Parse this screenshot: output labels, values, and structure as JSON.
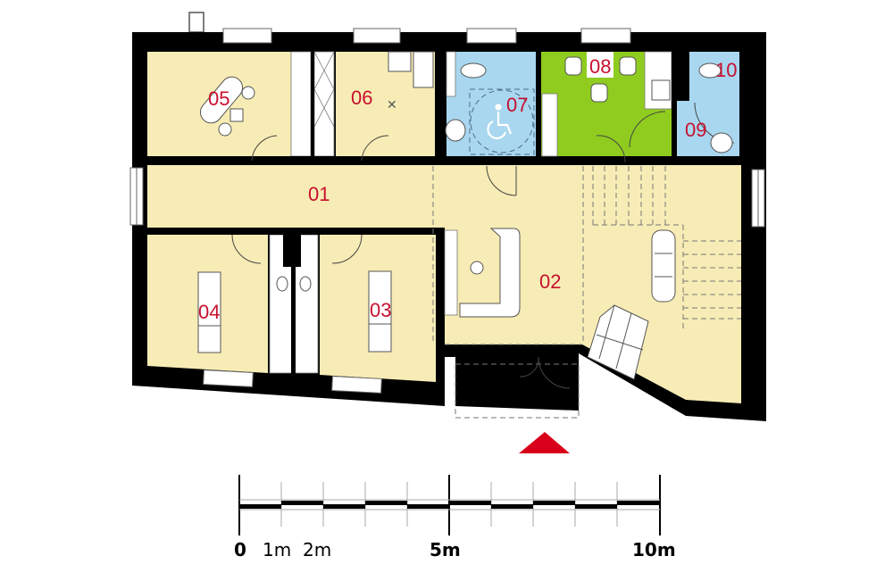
{
  "colors": {
    "wall": "#000000",
    "beige": "#f7ecb5",
    "blue": "#a9d7ef",
    "green": "#8fcc1f",
    "label": "#c8102e",
    "entrance_arrow": "#d9001b"
  },
  "rooms": [
    {
      "id": "01",
      "label": "01",
      "color": "beige"
    },
    {
      "id": "02",
      "label": "02",
      "color": "beige"
    },
    {
      "id": "03",
      "label": "03",
      "color": "beige"
    },
    {
      "id": "04",
      "label": "04",
      "color": "beige"
    },
    {
      "id": "05",
      "label": "05",
      "color": "beige"
    },
    {
      "id": "06",
      "label": "06",
      "color": "beige"
    },
    {
      "id": "07",
      "label": "07",
      "color": "blue",
      "icon": "wheelchair-icon"
    },
    {
      "id": "08",
      "label": "08",
      "color": "green"
    },
    {
      "id": "09",
      "label": "09",
      "color": "blue"
    },
    {
      "id": "10",
      "label": "10",
      "color": "blue"
    }
  ],
  "entrance": {
    "icon": "entrance-arrow-icon"
  },
  "scale_bar": {
    "labels": [
      "0",
      "1m",
      "2m",
      "5m",
      "10m"
    ],
    "divisions": 10
  }
}
